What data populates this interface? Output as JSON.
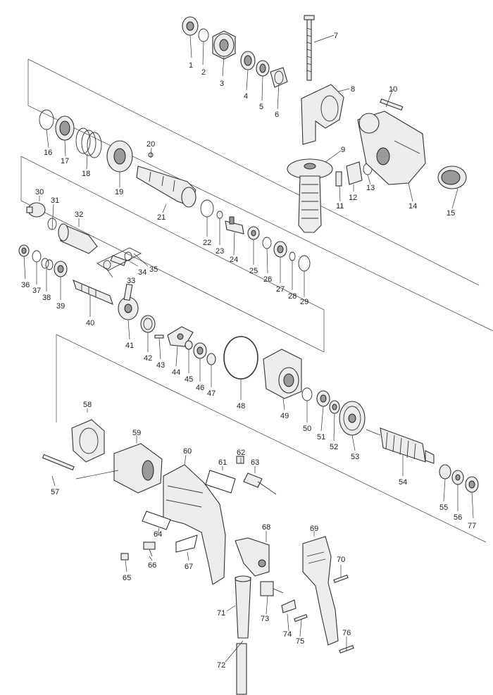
{
  "part_labels": [
    "1",
    "2",
    "3",
    "4",
    "5",
    "6",
    "7",
    "8",
    "9",
    "10",
    "11",
    "12",
    "13",
    "14",
    "15",
    "16",
    "17",
    "18",
    "19",
    "20",
    "21",
    "22",
    "23",
    "24",
    "25",
    "26",
    "27",
    "28",
    "29",
    "30",
    "31",
    "32",
    "33",
    "34",
    "35",
    "36",
    "37",
    "38",
    "39",
    "40",
    "41",
    "42",
    "43",
    "44",
    "45",
    "46",
    "47",
    "48",
    "49",
    "50",
    "51",
    "52",
    "53",
    "54",
    "55",
    "56",
    "57",
    "58",
    "59",
    "60",
    "61",
    "62",
    "63",
    "64",
    "65",
    "66",
    "67",
    "68",
    "69",
    "70",
    "71",
    "72",
    "73",
    "74",
    "75",
    "76",
    "77"
  ],
  "colors": {
    "outline": "#333333",
    "fill": "#ececec",
    "shade": "#9a9a9a",
    "background": "#ffffff"
  }
}
